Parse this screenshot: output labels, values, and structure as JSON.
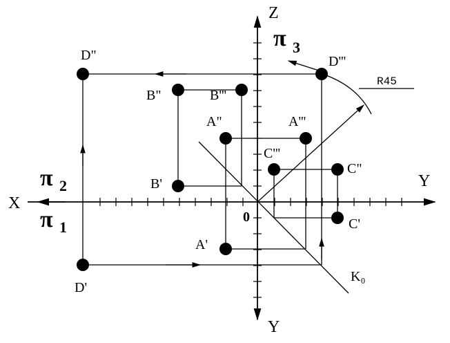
{
  "axes": {
    "x_label": "X",
    "y_label_right": "Y",
    "y_label_bottom": "Y",
    "z_label": "Z",
    "origin_label": "0",
    "k0_label": "K₀",
    "radius_label": "R45"
  },
  "planes": {
    "pi1": {
      "symbol": "π",
      "index": "1"
    },
    "pi2": {
      "symbol": "π",
      "index": "2"
    },
    "pi3": {
      "symbol": "π",
      "index": "3"
    }
  },
  "points": {
    "D2": "D\"",
    "D3": "D'''",
    "D1": "D'",
    "B2": "B\"",
    "B3": "B'''",
    "B1": "B'",
    "A2": "A\"",
    "A3": "A'''",
    "A1": "A'",
    "C3": "C'''",
    "C2": "C\"",
    "C1": "C'"
  }
}
